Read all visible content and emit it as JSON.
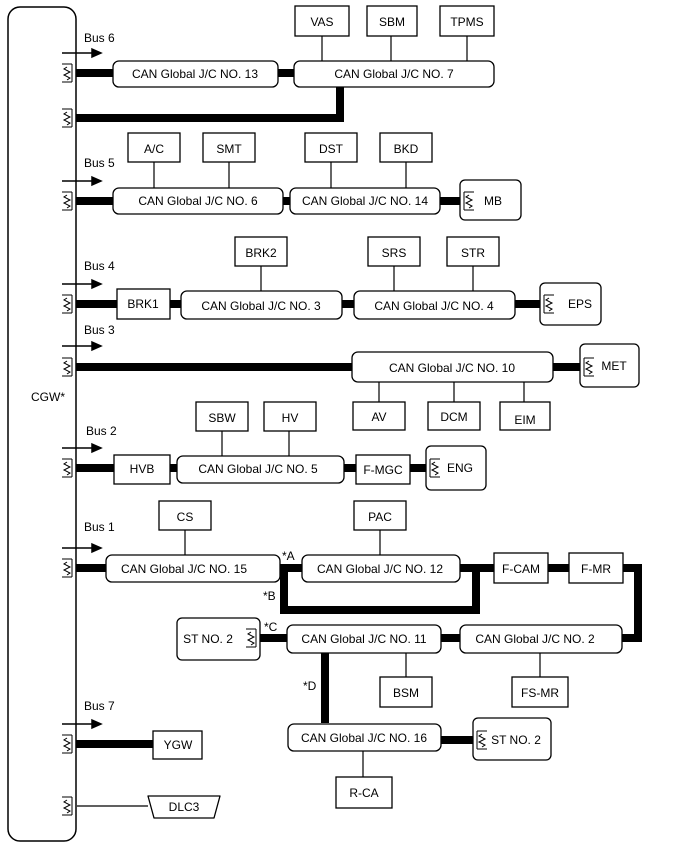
{
  "cgw": {
    "label": "CGW*"
  },
  "buses": {
    "bus6": "Bus 6",
    "bus5": "Bus 5",
    "bus4": "Bus 4",
    "bus3": "Bus 3",
    "bus2": "Bus 2",
    "bus1": "Bus 1",
    "bus7": "Bus 7"
  },
  "boxes": {
    "vas": "VAS",
    "sbm": "SBM",
    "tpms": "TPMS",
    "jc13": "CAN Global J/C NO. 13",
    "jc7": "CAN Global J/C NO. 7",
    "ac": "A/C",
    "smt": "SMT",
    "dst": "DST",
    "bkd": "BKD",
    "jc6": "CAN Global J/C NO. 6",
    "jc14": "CAN Global J/C NO. 14",
    "mb": "MB",
    "brk2": "BRK2",
    "srs": "SRS",
    "str": "STR",
    "brk1": "BRK1",
    "jc3": "CAN Global J/C NO. 3",
    "jc4": "CAN Global J/C NO. 4",
    "eps": "EPS",
    "jc10": "CAN Global J/C NO. 10",
    "met": "MET",
    "av": "AV",
    "dcm": "DCM",
    "eim": "EIM",
    "sbw": "SBW",
    "hv": "HV",
    "hvb": "HVB",
    "jc5": "CAN Global J/C NO. 5",
    "fmgc": "F-MGC",
    "eng": "ENG",
    "cs": "CS",
    "pac": "PAC",
    "jc15": "CAN Global J/C NO. 15",
    "jc12": "CAN Global J/C NO. 12",
    "fcam": "F-CAM",
    "fmr": "F-MR",
    "st2a": "ST NO. 2",
    "jc11": "CAN Global J/C NO. 11",
    "jc2": "CAN Global J/C NO. 2",
    "bsm": "BSM",
    "fsmr": "FS-MR",
    "ygw": "YGW",
    "jc16": "CAN Global J/C NO. 16",
    "st2b": "ST NO. 2",
    "rca": "R-CA",
    "dlc3": "DLC3"
  },
  "notes": {
    "a": "*A",
    "b": "*B",
    "c": "*C",
    "d": "*D"
  }
}
